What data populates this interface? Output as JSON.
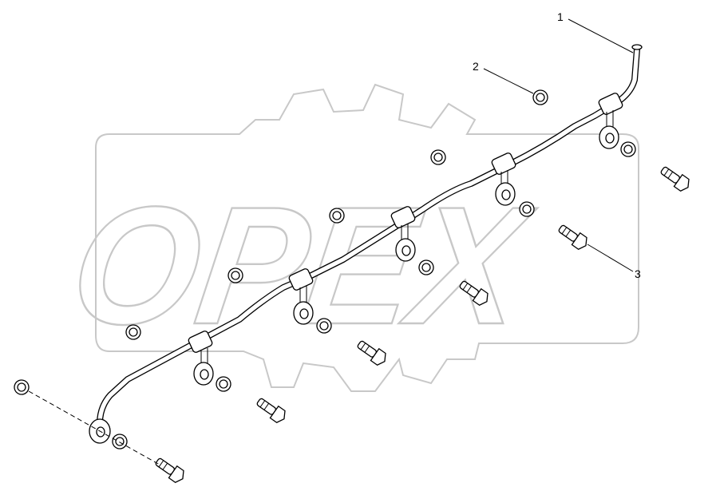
{
  "diagram": {
    "watermark": {
      "text": "OPEX",
      "color": "#c8c8c8"
    },
    "callouts": [
      {
        "id": "1",
        "label": "1",
        "part": "fuel-injection-pipe"
      },
      {
        "id": "2",
        "label": "2",
        "part": "sealing-washer"
      },
      {
        "id": "3",
        "label": "3",
        "part": "banjo-bolt"
      }
    ],
    "line_color": "#000000"
  }
}
